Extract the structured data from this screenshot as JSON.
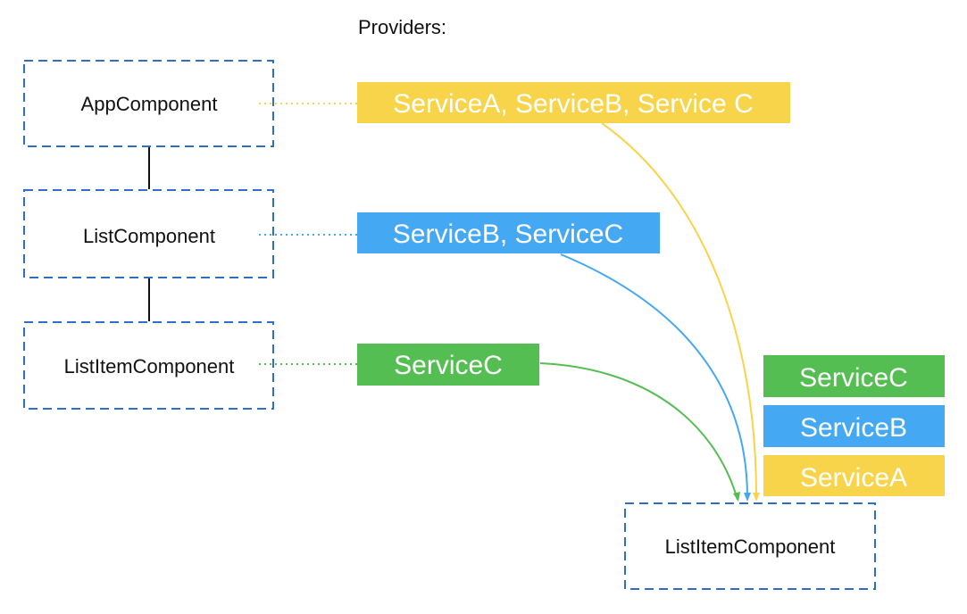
{
  "colors": {
    "yellow": "#F7D44A",
    "blue": "#44A8F2",
    "green": "#55BE53",
    "box_border": "#2F6FC6",
    "connector": "#111111"
  },
  "providers_header": "Providers:",
  "components": {
    "app": "AppComponent",
    "list": "ListComponent",
    "list_item": "ListItemComponent"
  },
  "providers": {
    "app": "ServiceA, ServiceB, Service C",
    "list": "ServiceB, ServiceC",
    "list_item": "ServiceC"
  },
  "target": {
    "component": "ListItemComponent",
    "resolved_services": [
      "ServiceC",
      "ServiceB",
      "ServiceA"
    ]
  }
}
